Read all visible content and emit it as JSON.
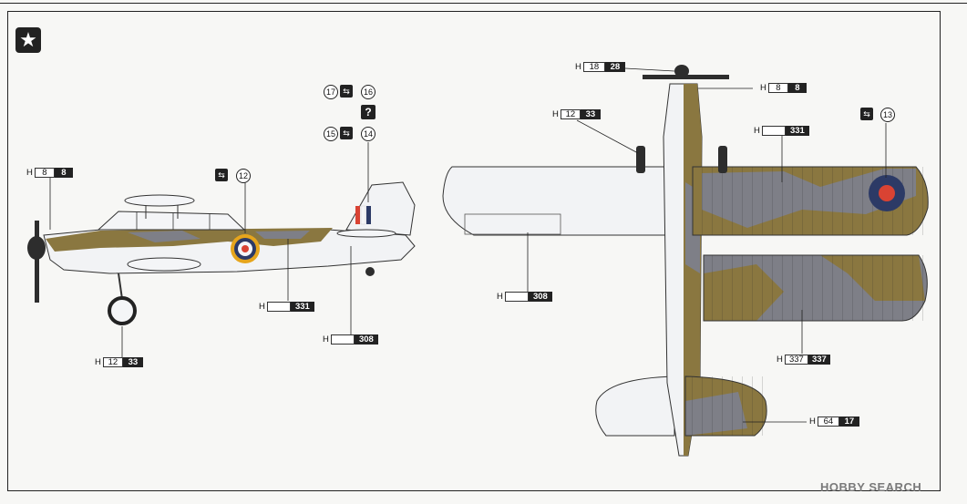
{
  "paint_labels": {
    "side_prop": {
      "h": "H",
      "light": "8",
      "dark": "8"
    },
    "side_wheel": {
      "h": "H",
      "light": "12",
      "dark": "33"
    },
    "side_fuselage": {
      "h": "H",
      "light": "",
      "dark": "331"
    },
    "side_belly": {
      "h": "H",
      "light": "",
      "dark": "308"
    },
    "top_spinner": {
      "h": "H",
      "light": "18",
      "dark": "28"
    },
    "top_cowl": {
      "h": "H",
      "light": "8",
      "dark": "8"
    },
    "top_wheel": {
      "h": "H",
      "light": "12",
      "dark": "33"
    },
    "top_upper_wing": {
      "h": "H",
      "light": "",
      "dark": "331"
    },
    "top_lower_wing": {
      "h": "H",
      "light": "",
      "dark": "308"
    },
    "top_stripes": {
      "h": "H",
      "light": "337",
      "dark": "337"
    },
    "top_tail": {
      "h": "H",
      "light": "64",
      "dark": "17"
    }
  },
  "decal_refs": {
    "fin_top": {
      "left": "17",
      "right": "16"
    },
    "fin_mid": {
      "left": "15",
      "right": "14"
    },
    "fuselage": "12",
    "wing": "13"
  },
  "watermark": "HOBBY SEARCH",
  "colors": {
    "camo_brown": "#8a7740",
    "camo_grey": "#7e7f87",
    "underside": "#f2f3f5",
    "roundel_blue": "#2c3a66",
    "roundel_red": "#d94333",
    "roundel_yellow": "#e6a51c"
  }
}
